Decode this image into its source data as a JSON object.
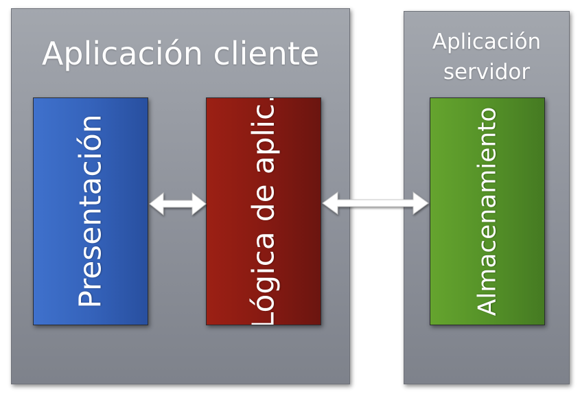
{
  "client_panel": {
    "title": "Aplicación cliente"
  },
  "server_panel": {
    "title": "Aplicación\nservidor"
  },
  "boxes": {
    "presentation": {
      "label": "Presentación",
      "color": "#3563bb"
    },
    "logic": {
      "label": "Lógica de aplic.",
      "color": "#871a12"
    },
    "storage": {
      "label": "Almacenamiento",
      "color": "#559228"
    }
  },
  "connectors": [
    {
      "from": "presentation",
      "to": "logic",
      "type": "bidirectional-arrow"
    },
    {
      "from": "logic",
      "to": "storage",
      "type": "bidirectional-arrow"
    }
  ]
}
